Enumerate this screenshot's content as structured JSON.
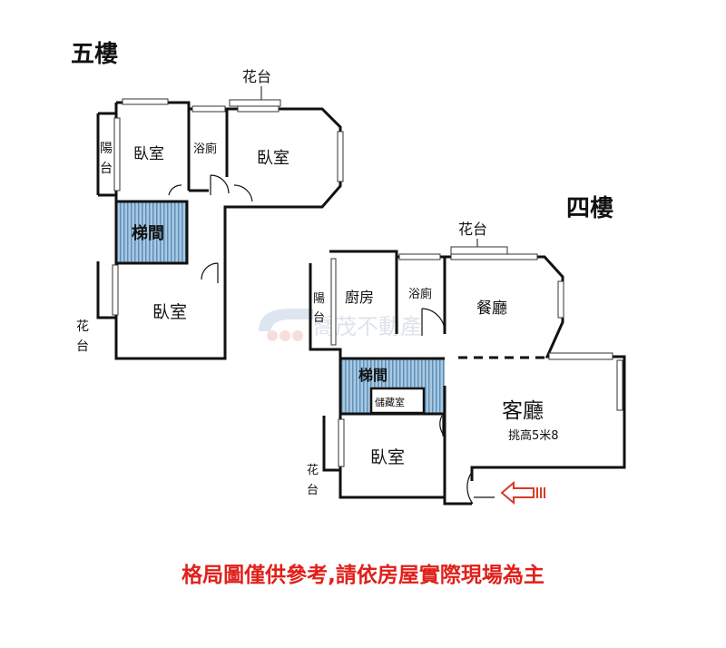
{
  "floor5": {
    "title": "五樓",
    "flower_top": "花台",
    "balcony": [
      "陽",
      "台"
    ],
    "bedroom_a": "臥室",
    "bathroom": "浴廁",
    "bedroom_b": "臥室",
    "stairs": "梯間",
    "bedroom_c": "臥室",
    "flower_left": [
      "花",
      "台"
    ]
  },
  "floor4": {
    "title": "四樓",
    "flower_top": "花台",
    "balcony": [
      "陽",
      "台"
    ],
    "kitchen": "廚房",
    "bathroom": "浴廁",
    "dining": "餐廳",
    "stairs": "梯間",
    "storage": "儲藏室",
    "living": "客廳",
    "living_note": "挑高5米8",
    "bedroom": "臥室",
    "flower_left": [
      "花",
      "台"
    ]
  },
  "watermark": "喬茂不動產",
  "disclaimer": "格局圖僅供參考,請依房屋實際現場為主",
  "colors": {
    "stair_fill": "#8fb6d6",
    "disclaimer": "#e0201a",
    "arrow": "#d83a2a"
  }
}
